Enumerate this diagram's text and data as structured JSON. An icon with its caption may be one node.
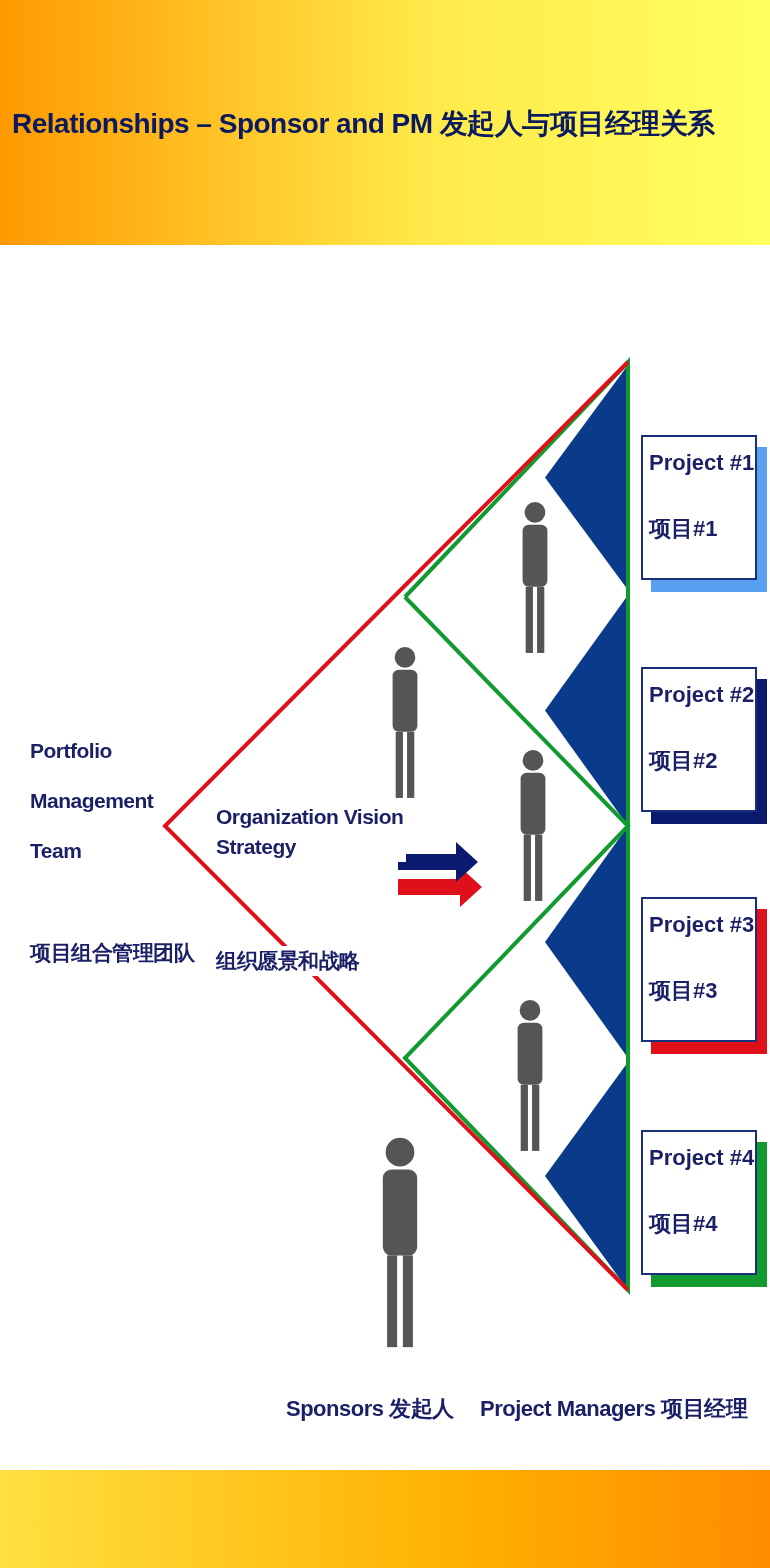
{
  "diagram": {
    "title": "Relationships – Sponsor and PM 发起人与项目经理关系",
    "nodes": [
      {
        "text": [
          "Project #1",
          "项目#1"
        ]
      },
      {
        "text": [
          "Project #2",
          "项目#2"
        ]
      },
      {
        "text": [
          "Project #3",
          "项目#3"
        ]
      },
      {
        "text": [
          "Project #4",
          "项目#4"
        ]
      }
    ],
    "edges": [],
    "labels": [
      "Portfolio Management Team",
      "Organization Vision Strategy",
      "项目组合管理团队",
      "组织愿景和战略",
      "Sponsors 发起人",
      "Project Managers 项目经理"
    ]
  }
}
